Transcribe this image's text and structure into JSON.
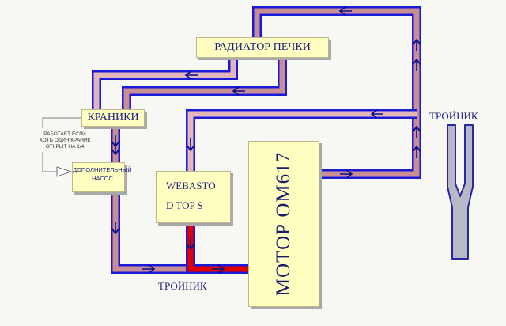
{
  "labels": {
    "radiator": "РАДИАТОР ПЕЧКИ",
    "kraniki": "КРАНИКИ",
    "pump_line1": "ДОПОЛНИТЕЛЬНЫЙ",
    "pump_line2": "НАСОС",
    "webasto_line1": "WEBASTO",
    "webasto_line2": "D TOP S",
    "motor": "МОТОР ОМ617",
    "tee_bottom": "ТРОЙНИК",
    "tee_right": "ТРОЙНИК",
    "note_line1": "РАБОТАЕТ ЕСЛИ",
    "note_line2": "ХОТЬ ОДИН КРАНИК",
    "note_line3": "ОТКРЫТ НА 1/4"
  },
  "colors": {
    "pipe_fill": "#c98e93",
    "pipe_fill_light": "#e3b7ba",
    "pipe_outline": "#1a1ad8",
    "pipe_hot": "#e00000",
    "arrow": "#0a0a8a",
    "box_fill": "#ffffc2",
    "tee_fill": "#b8b8c8",
    "tee_outline": "#2828a0",
    "background": "#f7f7f3"
  },
  "icons": [
    "flow-arrow-icon",
    "tee-fitting-icon",
    "connector-arrow-icon"
  ]
}
